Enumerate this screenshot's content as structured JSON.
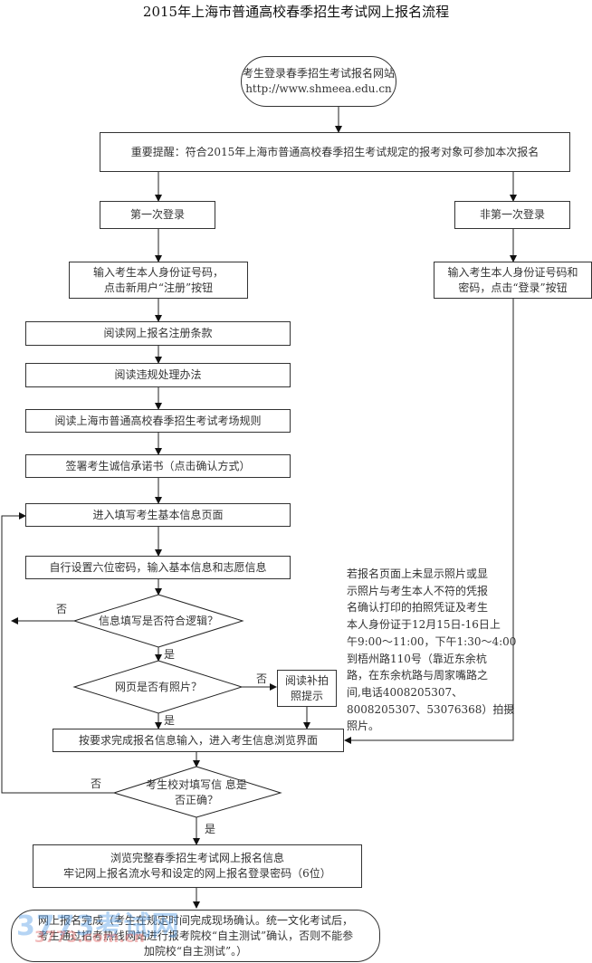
{
  "title": "2015年上海市普通高校春季招生考试网上报名流程",
  "nodes": {
    "start": {
      "line1": "考生登录春季招生考试报名网站",
      "line2": "http://www.shmeea.edu.cn"
    },
    "reminder": "重要提醒：符合2015年上海市普通高校春季招生考试规定的报考对象可参加本次报名",
    "first_login": "第一次登录",
    "not_first_login": "非第一次登录",
    "register_input": {
      "line1": "输入考生本人身份证号码，",
      "line2": "点击新用户“注册”按钮"
    },
    "login_input": {
      "line1": "输入考生本人身份证号码和",
      "line2": "密码，点击“登录”按钮"
    },
    "read_terms": "阅读网上报名注册条款",
    "read_violation": "阅读违规处理办法",
    "read_exam_rules": "阅读上海市普通高校春季招生考试考场规则",
    "sign_pledge": "签署考生诚信承诺书（点击确认方式）",
    "enter_basic_info": "进入填写考生基本信息页面",
    "set_password": "自行设置六位密码，输入基本信息和志愿信息",
    "check_logic": "信息填写是否符合逻辑？",
    "has_photo": "网页是否有照片？",
    "read_photo_tip": {
      "line1": "阅读补拍",
      "line2": "照提示"
    },
    "complete_input": "按要求完成报名信息输入，进入考生信息浏览界面",
    "verify_info": {
      "line1": "考生校对填写信",
      "line2": "息是否正确？"
    },
    "browse_info": {
      "line1": "浏览完整春季招生考试网上报名信息",
      "line2": "牢记网上报名流水号和设定的网上报名登录密码（6位）"
    },
    "finish": {
      "line1": "网上报名完成（考生在规定时间完成现场确认。统一文化考试后，",
      "line2": "考生通过招考热线网站进行报考院校“自主测试”确认，否则不能参",
      "line3": "加院校“自主测试”。）"
    }
  },
  "edge_labels": {
    "logic_no": "否",
    "logic_yes": "是",
    "photo_no": "否",
    "photo_yes": "是",
    "verify_no": "否",
    "verify_yes": "是"
  },
  "photo_note": "若报名页面上未显示照片或显\n示照片与考生本人不符的凭报\n名确认打印的拍照凭证及考生\n本人身份证于12月15日-16日上\n午9:00～11:00，下午1:30～4:00\n到梧州路110号（靠近东余杭\n路，在东余杭路与周家嘴路之\n间,电话4008205307、\n8008205307、53076368）拍摄\n照片。",
  "watermark": {
    "line1": "3773考试网",
    "line2": "3773.com.cn"
  }
}
